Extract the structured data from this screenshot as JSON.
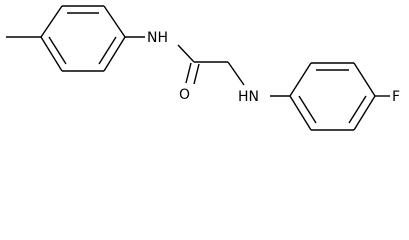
{
  "molecule": {
    "atom_labels": {
      "amide_n": "NH",
      "carbonyl_o": "O",
      "amine_n": "HN",
      "fluorine": "F"
    },
    "colors": {
      "bond": "#000000",
      "text": "#000000",
      "background": "#ffffff"
    }
  }
}
